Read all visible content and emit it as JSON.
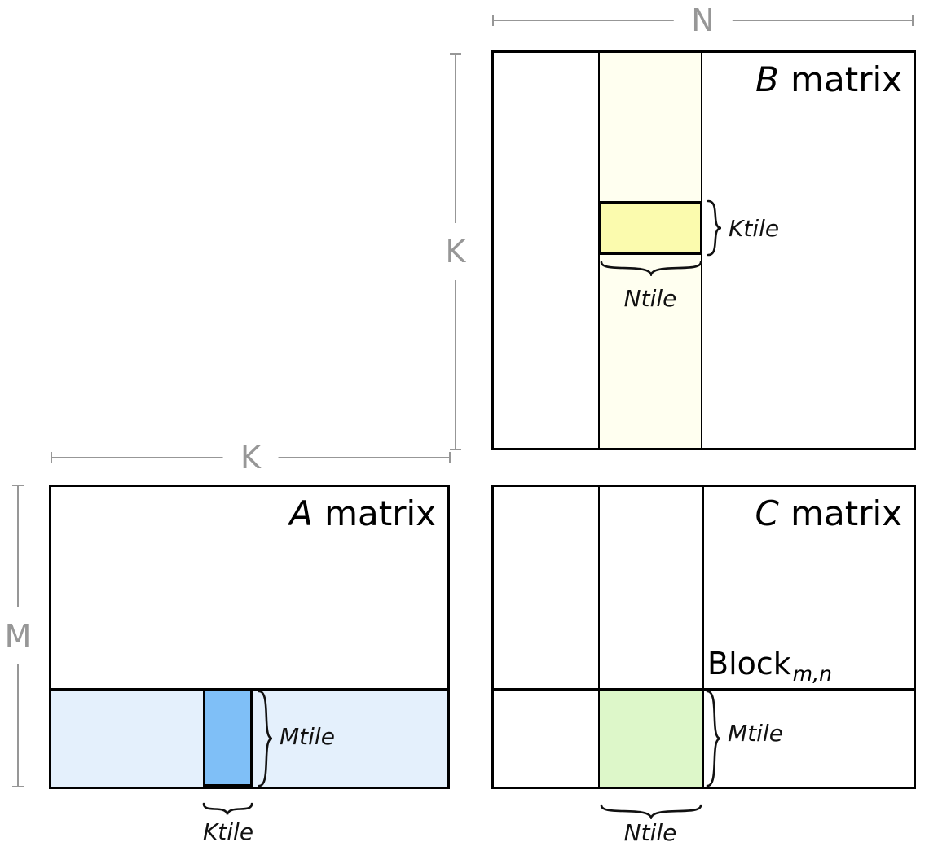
{
  "diagram": {
    "dim_labels": {
      "n": "N",
      "k": "K",
      "m": "M"
    },
    "matrix_b": {
      "title_var": "B",
      "title_rest": "matrix",
      "ktile": "Ktile",
      "ntile": "Ntile"
    },
    "matrix_a": {
      "title_var": "A",
      "title_rest": "matrix",
      "mtile": "Mtile",
      "ktile": "Ktile"
    },
    "matrix_c": {
      "title_var": "C",
      "title_rest": "matrix",
      "block": "Block",
      "block_subscript": "m,n",
      "mtile": "Mtile",
      "ntile": "Ntile"
    },
    "colors": {
      "b_strip_fill": "#FFFFF0",
      "b_ktile_fill": "#FBFBAE",
      "a_strip_fill": "#E4F0FC",
      "a_ktile_fill": "#7FBFF7",
      "c_block_fill": "#DDF7C9",
      "dim_line_gray": "#979797",
      "line_black": "#000000"
    }
  }
}
